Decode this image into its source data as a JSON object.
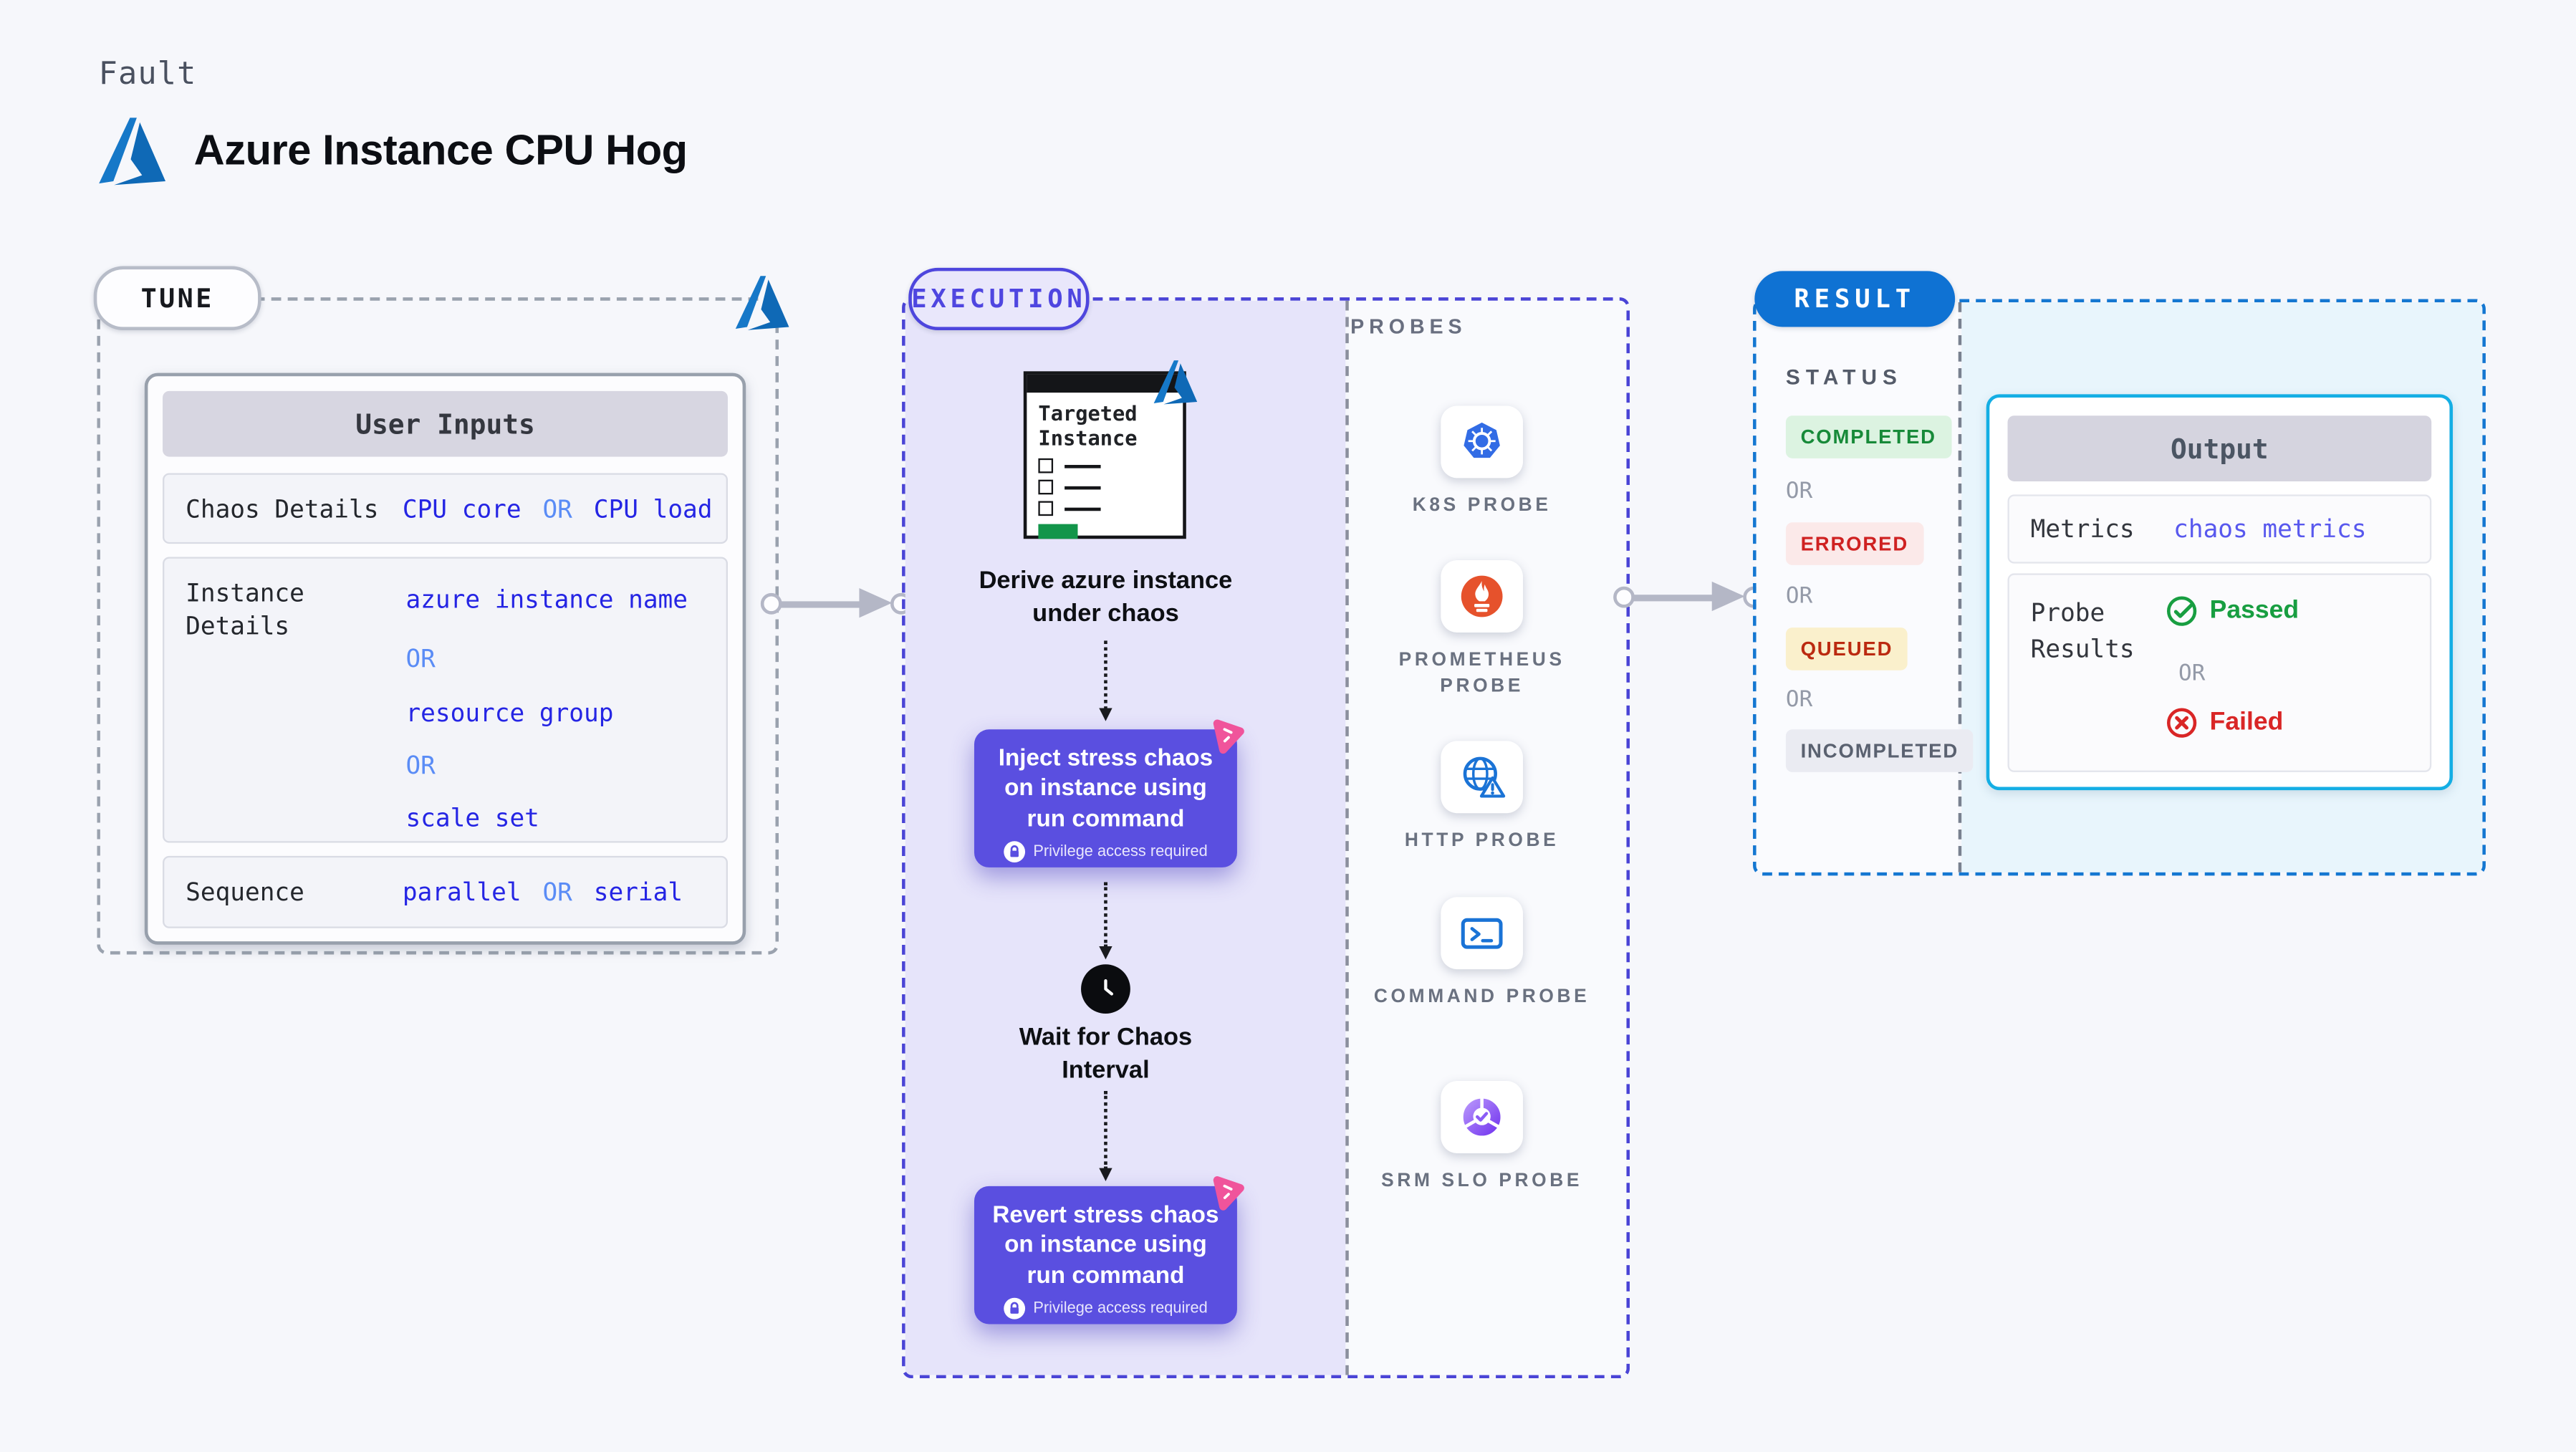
{
  "header": {
    "fault_label": "Fault",
    "title": "Azure Instance CPU Hog"
  },
  "tune": {
    "badge": "TUNE",
    "user_inputs": {
      "header": "User Inputs",
      "chaos_details": {
        "label": "Chaos Details",
        "parts": [
          "CPU core",
          "OR",
          "CPU load"
        ]
      },
      "instance_details": {
        "label": "Instance Details",
        "lines": [
          "azure instance name",
          "OR",
          "resource group",
          "OR",
          "scale set"
        ]
      },
      "sequence": {
        "label": "Sequence",
        "parts": [
          "parallel",
          "OR",
          "serial"
        ]
      }
    }
  },
  "execution": {
    "badge": "EXECUTION",
    "target_window_title": "Targeted Instance",
    "derive_caption": "Derive azure instance under chaos",
    "inject_box": {
      "text": "Inject stress chaos on instance using run command",
      "note": "Privilege access required"
    },
    "wait_caption": "Wait for Chaos Interval",
    "revert_box": {
      "text": "Revert stress chaos on instance using run command",
      "note": "Privilege access required"
    }
  },
  "probes": {
    "label": "PROBES",
    "items": [
      {
        "name": "K8S PROBE",
        "icon": "kubernetes-icon"
      },
      {
        "name": "PROMETHEUS PROBE",
        "icon": "prometheus-icon"
      },
      {
        "name": "HTTP PROBE",
        "icon": "http-globe-icon"
      },
      {
        "name": "COMMAND PROBE",
        "icon": "terminal-icon"
      },
      {
        "name": "SRM SLO PROBE",
        "icon": "slo-donut-icon"
      }
    ]
  },
  "result": {
    "badge": "RESULT",
    "status_label": "STATUS",
    "or_label": "OR",
    "statuses": [
      {
        "text": "COMPLETED",
        "type": "completed"
      },
      {
        "text": "ERRORED",
        "type": "errored"
      },
      {
        "text": "QUEUED",
        "type": "queued"
      },
      {
        "text": "INCOMPLETED",
        "type": "incompleted"
      }
    ],
    "output": {
      "header": "Output",
      "metrics_label": "Metrics",
      "metrics_value": "chaos metrics",
      "probe_results_label": "Probe Results",
      "passed": "Passed",
      "or": "OR",
      "failed": "Failed"
    }
  },
  "colors": {
    "azure_blue": "#1373c0",
    "indigo": "#5a4fe0",
    "pink": "#f0549b",
    "cyan_border": "#14aee4",
    "result_blue": "#1477d1",
    "passed_green": "#189e41",
    "failed_red": "#d92626"
  }
}
